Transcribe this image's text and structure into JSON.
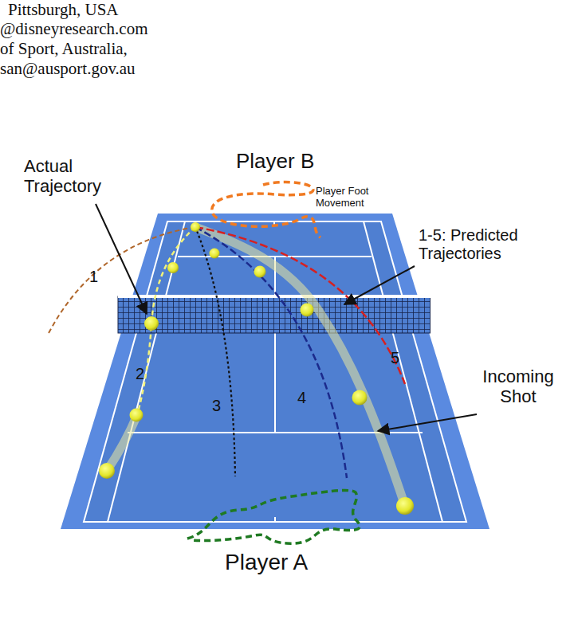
{
  "diagram": {
    "labels": [
      "Pittsburgh, USA",
      "@disneyresearch.com",
      "of Sport, Australia,",
      "san@ausport.gov.au",
      "Player B",
      "Player Foot Movement",
      "Actual Trajectory",
      "1-5: Predicted Trajectories",
      "1",
      "2",
      "3",
      "4",
      "5",
      "Incoming Shot",
      "Player A"
    ]
  }
}
